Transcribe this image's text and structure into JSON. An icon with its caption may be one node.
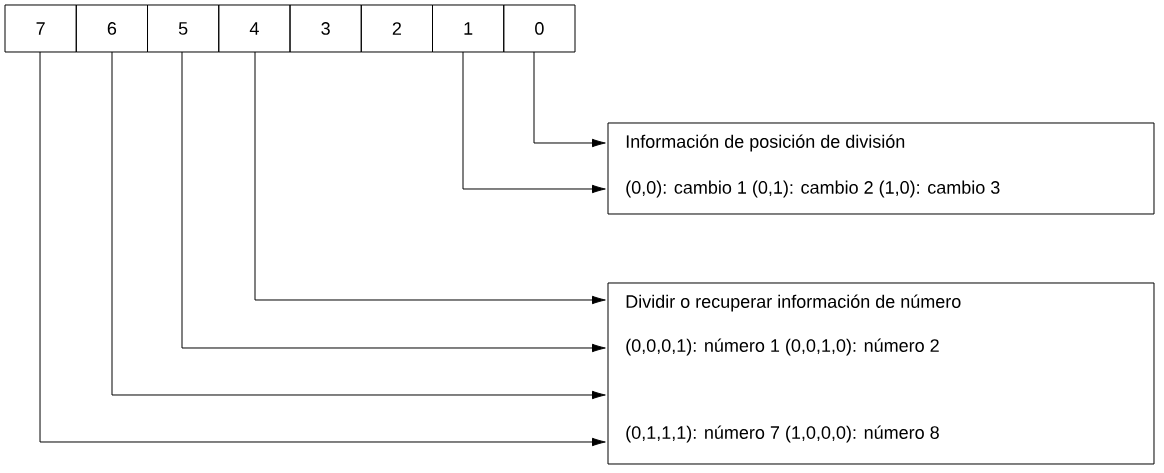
{
  "diagram": {
    "nodes": [
      {
        "text": [
          "7"
        ]
      },
      {
        "text": [
          "6"
        ]
      },
      {
        "text": [
          "5"
        ]
      },
      {
        "text": [
          "4"
        ]
      },
      {
        "text": [
          "3"
        ]
      },
      {
        "text": [
          "2"
        ]
      },
      {
        "text": [
          "1"
        ]
      },
      {
        "text": [
          "0"
        ]
      },
      {
        "text": [
          "Información de posición de división",
          "(0,0): cambio 1  (0,1): cambio 2  (1,0): cambio 3"
        ]
      },
      {
        "text": [
          "Dividir o recuperar información de número",
          "(0,0,0,1): número 1   (0,0,1,0): número 2",
          "(0,1,1,1): número 7   (1,0,0,0): número 8"
        ]
      }
    ],
    "edges": [
      {
        "from": 7,
        "to": 8,
        "arrow": "to"
      },
      {
        "from": 6,
        "to": 8,
        "arrow": "to"
      },
      {
        "from": 3,
        "to": 9,
        "arrow": "to"
      },
      {
        "from": 2,
        "to": 9,
        "arrow": "to"
      },
      {
        "from": 1,
        "to": 9,
        "arrow": "to"
      },
      {
        "from": 0,
        "to": 9,
        "arrow": "to"
      }
    ]
  }
}
